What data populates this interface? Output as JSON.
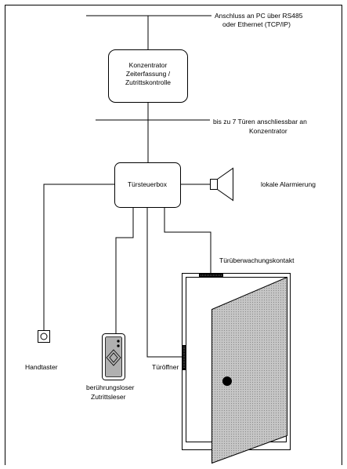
{
  "top_link": {
    "line1": "Anschluss an PC über RS485",
    "line2": "oder Ethernet (TCP/IP)"
  },
  "concentrator": {
    "line1": "Konzentrator",
    "line2": "Zeiterfassung /",
    "line3": "Zutrittskontrolle"
  },
  "doors_note": {
    "line1": "bis zu 7 Türen anschliessbar an",
    "line2": "Konzentrator"
  },
  "door_control_box": {
    "label": "Türsteuerbox"
  },
  "alarm": {
    "label": "lokale Alarmierung",
    "icon": "speaker-icon"
  },
  "door_monitor": {
    "label": "Türüberwachungskontakt"
  },
  "door_opener": {
    "label": "Türöffner"
  },
  "hand_button": {
    "label": "Handtaster",
    "icon": "push-button-icon"
  },
  "reader": {
    "line1": "berührungsloser",
    "line2": "Zutrittsleser",
    "icon": "card-reader-icon"
  },
  "colors": {
    "line": "#000000",
    "door_fill": "#c8c8c8",
    "reader_fill": "#b4b4b4"
  }
}
